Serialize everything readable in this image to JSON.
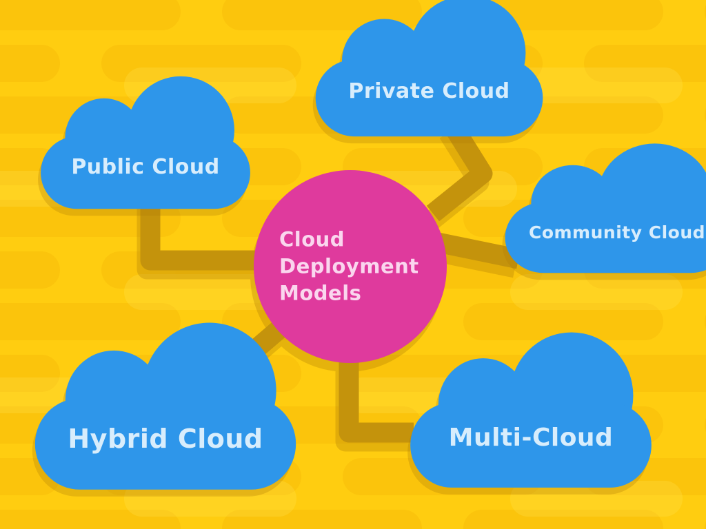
{
  "diagram": {
    "title": "Cloud Deployment Models",
    "center": {
      "label": "Cloud Deployment Models",
      "lines": [
        "Cloud",
        "Deployment",
        "Models"
      ]
    },
    "nodes": [
      {
        "id": "private-cloud",
        "label": "Private Cloud"
      },
      {
        "id": "public-cloud",
        "label": "Public Cloud"
      },
      {
        "id": "community-cloud",
        "label": "Community Cloud"
      },
      {
        "id": "hybrid-cloud",
        "label": "Hybrid Cloud"
      },
      {
        "id": "multi-cloud",
        "label": "Multi-Cloud"
      }
    ],
    "colors": {
      "background": "#FFCD10",
      "pattern_pill": "#F6B806",
      "pattern_pill_light": "#FFE14A",
      "cloud_fill": "#2E96EA",
      "cloud_text": "#D8EDFC",
      "center_fill": "#DF3A9D",
      "center_text": "#FAD6EE",
      "connector": "#C4930C",
      "connector_shadow": "#AF7D05"
    }
  }
}
